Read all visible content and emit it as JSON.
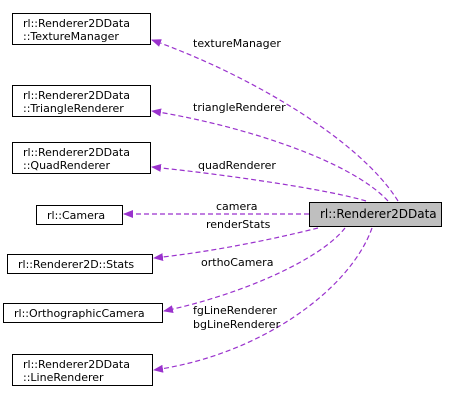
{
  "colors": {
    "edge": "#9a32cd",
    "node_border": "#000000",
    "main_node_fill": "#bfbfbf",
    "node_fill": "#ffffff"
  },
  "main_node": {
    "label": "rl::Renderer2DData"
  },
  "nodes": [
    {
      "id": "texture_manager",
      "line1": "rl::Renderer2DData",
      "line2": "::TextureManager"
    },
    {
      "id": "triangle_renderer",
      "line1": "rl::Renderer2DData",
      "line2": "::TriangleRenderer"
    },
    {
      "id": "quad_renderer",
      "line1": "rl::Renderer2DData",
      "line2": "::QuadRenderer"
    },
    {
      "id": "camera",
      "line1": "rl::Camera"
    },
    {
      "id": "stats",
      "line1": "rl::Renderer2D::Stats"
    },
    {
      "id": "ortho_camera",
      "line1": "rl::OrthographicCamera"
    },
    {
      "id": "line_renderer",
      "line1": "rl::Renderer2DData",
      "line2": "::LineRenderer"
    }
  ],
  "edges": [
    {
      "target": "texture_manager",
      "label": "textureManager"
    },
    {
      "target": "triangle_renderer",
      "label": "triangleRenderer"
    },
    {
      "target": "quad_renderer",
      "label": "quadRenderer"
    },
    {
      "target": "camera",
      "label": "camera"
    },
    {
      "target": "stats",
      "label": "renderStats"
    },
    {
      "target": "ortho_camera",
      "label": "orthoCamera"
    },
    {
      "target": "line_renderer",
      "label": "fgLineRenderer"
    },
    {
      "target": "line_renderer",
      "label": "bgLineRenderer"
    }
  ]
}
